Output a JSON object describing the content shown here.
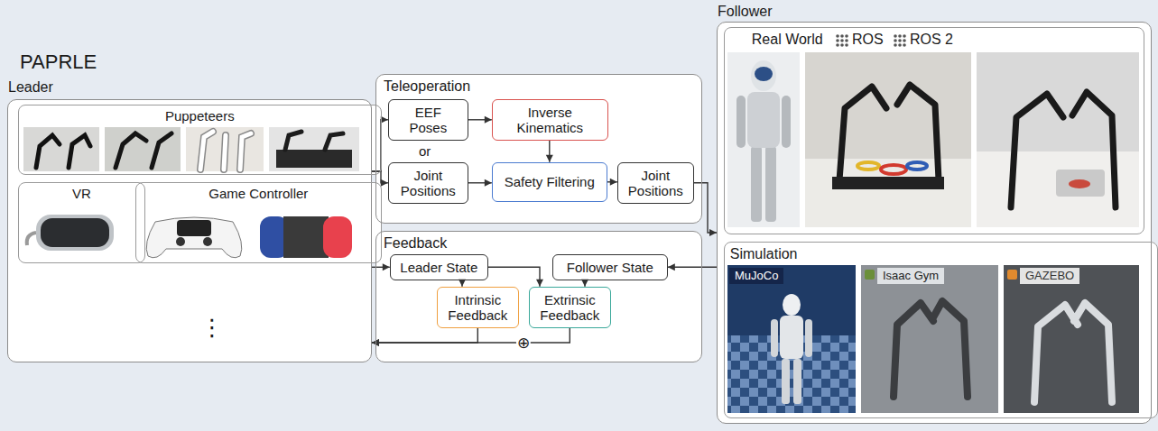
{
  "diagram": {
    "title": "PAPRLE",
    "nodes": [
      {
        "text": [
          "Leader"
        ]
      },
      {
        "text": [
          "Puppeteers"
        ],
        "in": 0
      },
      {
        "text": [
          "VR"
        ],
        "in": 0
      },
      {
        "text": [
          "Game Controller"
        ],
        "in": 0
      },
      {
        "text": [
          "Teleoperation"
        ]
      },
      {
        "text": [
          "EEF Poses"
        ],
        "in": 4
      },
      {
        "text": [
          "Joint Positions"
        ],
        "in": 4
      },
      {
        "text": [
          "Inverse Kinematics"
        ],
        "in": 4
      },
      {
        "text": [
          "Safety Filtering"
        ],
        "in": 4
      },
      {
        "text": [
          "Joint Positions"
        ],
        "in": 4
      },
      {
        "text": [
          "Feedback"
        ]
      },
      {
        "text": [
          "Leader State"
        ],
        "in": 10
      },
      {
        "text": [
          "Follower State"
        ],
        "in": 10
      },
      {
        "text": [
          "Intrinsic Feedback"
        ],
        "in": 10
      },
      {
        "text": [
          "Extrinsic Feedback"
        ],
        "in": 10
      },
      {
        "text": [
          "Follower"
        ]
      },
      {
        "text": [
          "Real World"
        ],
        "in": 15
      },
      {
        "text": [
          "Simulation"
        ],
        "in": 15
      }
    ],
    "edges": [
      {
        "from": 0,
        "to": 5,
        "arrow": "to"
      },
      {
        "from": 0,
        "to": 6,
        "arrow": "to"
      },
      {
        "from": 5,
        "to": 7,
        "arrow": "to"
      },
      {
        "from": 7,
        "to": 8,
        "arrow": "to"
      },
      {
        "from": 6,
        "to": 8,
        "arrow": "to"
      },
      {
        "from": 8,
        "to": 9,
        "arrow": "to"
      },
      {
        "from": 9,
        "to": 15,
        "arrow": "to"
      },
      {
        "from": 15,
        "to": 12,
        "arrow": "to"
      },
      {
        "from": 0,
        "to": 11,
        "arrow": "to"
      },
      {
        "from": 11,
        "to": 13,
        "arrow": "to"
      },
      {
        "from": 11,
        "to": 14,
        "arrow": "to"
      },
      {
        "from": 12,
        "to": 14,
        "arrow": "to"
      },
      {
        "from": 13,
        "to": 0,
        "arrow": "to"
      },
      {
        "from": 14,
        "to": 0,
        "arrow": "to"
      }
    ],
    "labels": [
      "or",
      "⋮",
      "⊕",
      "ROS",
      "ROS 2",
      "MuJoCo",
      "Isaac Gym",
      "GAZEBO"
    ]
  }
}
